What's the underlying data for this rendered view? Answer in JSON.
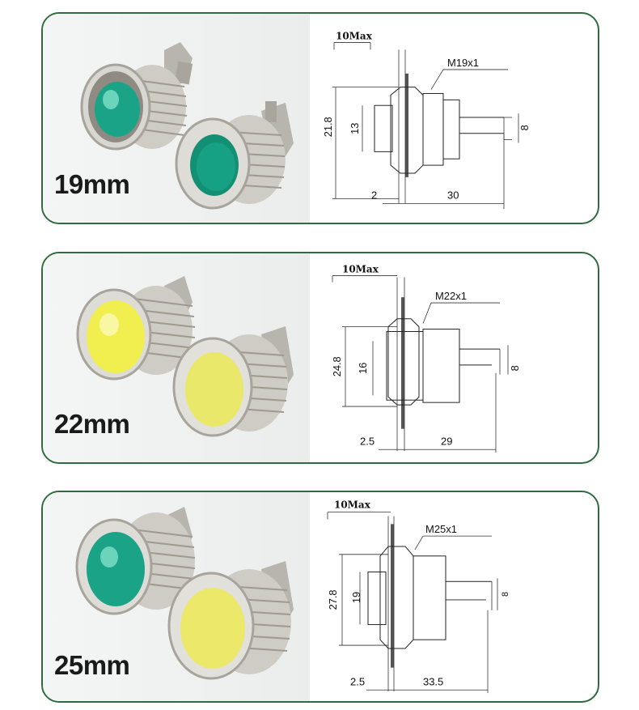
{
  "colors": {
    "border": "#2f6b3f",
    "green_lens": "#1aa387",
    "yellow_lens": "#f2ee6a",
    "chrome": "#c9c6bf"
  },
  "products": [
    {
      "size_label": "19mm",
      "lens": "green",
      "drawing": {
        "max_label": "10Max",
        "thread": "M19x1",
        "height": "21.8",
        "body": "13",
        "pin": "8",
        "flange": "2",
        "length": "30"
      }
    },
    {
      "size_label": "22mm",
      "lens": "yellow",
      "drawing": {
        "max_label": "10Max",
        "thread": "M22x1",
        "height": "24.8",
        "body": "16",
        "pin": "8",
        "flange": "2.5",
        "length": "29"
      }
    },
    {
      "size_label": "25mm",
      "lens": "mixed",
      "drawing": {
        "max_label": "10Max",
        "thread": "M25x1",
        "height": "27.8",
        "body": "19",
        "pin": "8",
        "flange": "2.5",
        "length": "33.5"
      }
    }
  ]
}
